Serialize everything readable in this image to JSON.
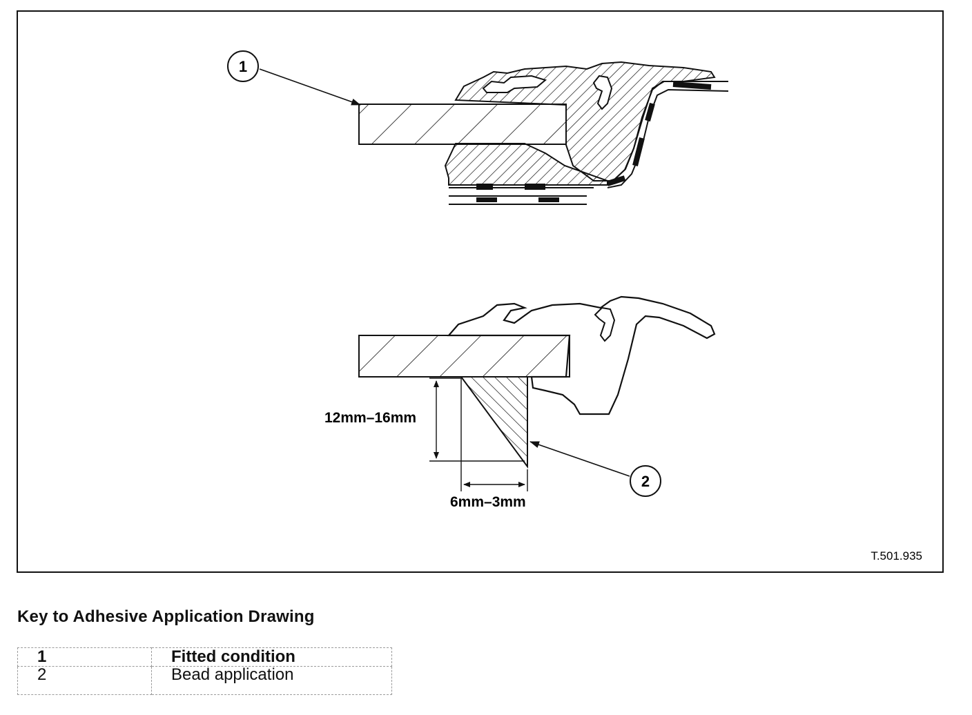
{
  "diagram": {
    "callouts": [
      {
        "id": "1",
        "label": "1"
      },
      {
        "id": "2",
        "label": "2"
      }
    ],
    "dimensions": {
      "height_label": "12mm–16mm",
      "width_label": "6mm–3mm"
    },
    "reference_code": "T.501.935"
  },
  "key": {
    "heading": "Key to Adhesive Application Drawing",
    "rows": [
      {
        "num": "1",
        "desc": "Fitted condition"
      },
      {
        "num": "2",
        "desc": "Bead application"
      }
    ]
  }
}
